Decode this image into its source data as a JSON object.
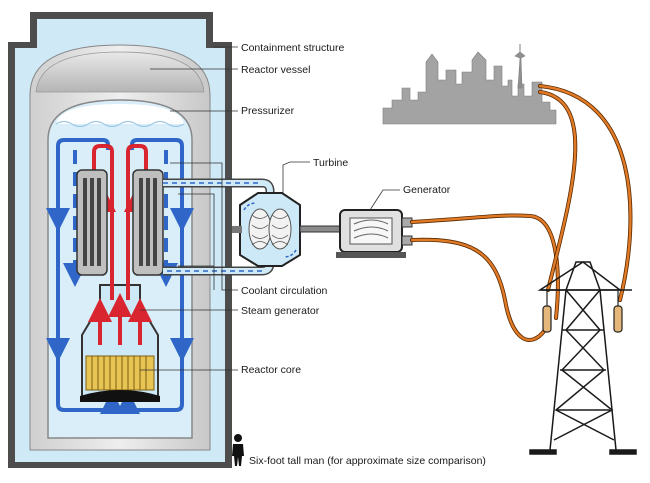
{
  "labels": {
    "containment": "Containment structure",
    "vessel": "Reactor vessel",
    "pressurizer": "Pressurizer",
    "turbine": "Turbine",
    "generator": "Generator",
    "coolant": "Coolant circulation",
    "steam_generator": "Steam generator",
    "core": "Reactor core",
    "man": "Six-foot tall man (for approximate size comparison)"
  },
  "colors": {
    "containment_wall": "#4d4d4d",
    "water": "#cfe9f7",
    "vessel_gray": "#d4d4d4",
    "coolant_blue": "#2f66c8",
    "hot_red": "#d9252f",
    "core_yellow": "#e8c454",
    "power_line": "#e07a26",
    "tower": "#1a1a1a",
    "city": "#9a9a9a"
  }
}
